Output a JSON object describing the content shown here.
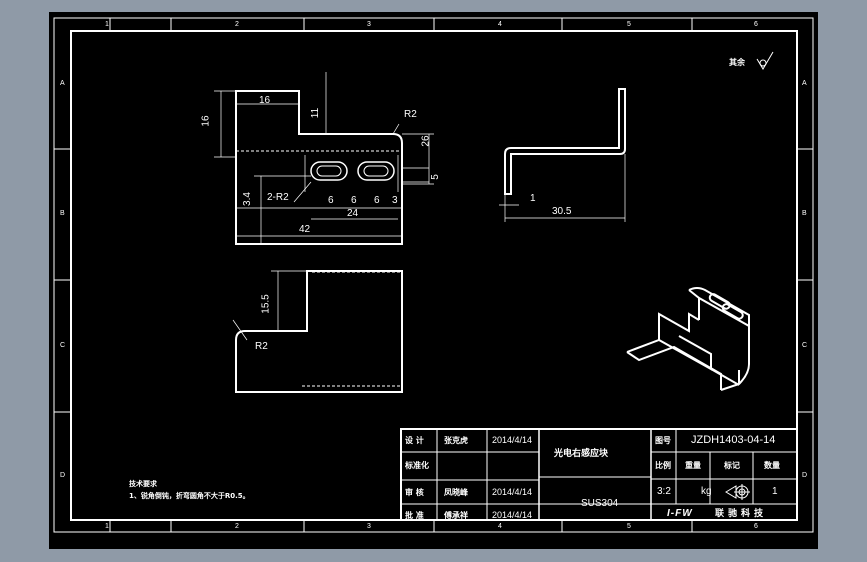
{
  "zone_labels": {
    "top": [
      "1",
      "2",
      "3",
      "4",
      "5",
      "6"
    ],
    "bottom": [
      "1",
      "2",
      "3",
      "4",
      "5",
      "6"
    ],
    "left": [
      "A",
      "B",
      "C",
      "D"
    ],
    "right": [
      "A",
      "B",
      "C",
      "D"
    ]
  },
  "roughness_note": "其余",
  "dimensions": {
    "d16_top": "16",
    "d16_side": "16",
    "d11": "11",
    "dR2_top": "R2",
    "d26": "26",
    "d5": "5",
    "d34": "3.4",
    "d2R2": "2-R2",
    "d6a": "6",
    "d6b": "6",
    "d6c": "6",
    "d3": "3",
    "d24": "24",
    "d42": "42",
    "d1": "1",
    "d305": "30.5",
    "d155": "15.5",
    "dR2_bottom": "R2"
  },
  "tech_requirements": {
    "title": "技术要求",
    "line1": "1、锐角倒钝，折弯圆角不大于R0.5。"
  },
  "title_block": {
    "design_label": "设 计",
    "designer": "张克虎",
    "design_date": "2014/4/14",
    "standard_label": "标准化",
    "review_label": "审 核",
    "reviewer": "凤晓峰",
    "review_date": "2014/4/14",
    "approve_label": "批 准",
    "approver": "傅承祥",
    "approve_date": "2014/4/14",
    "part_name": "光电右感应块",
    "material": "SUS304",
    "drawing_no_label": "图号",
    "drawing_no": "JZDH1403-04-14",
    "scale_label": "比例",
    "weight_label": "重量",
    "projection_label": "标记",
    "quantity_label": "数量",
    "scale": "3:2",
    "weight_unit": "kg",
    "quantity": "1",
    "company_logo": "I-FW",
    "company_name": "联驰科技"
  }
}
